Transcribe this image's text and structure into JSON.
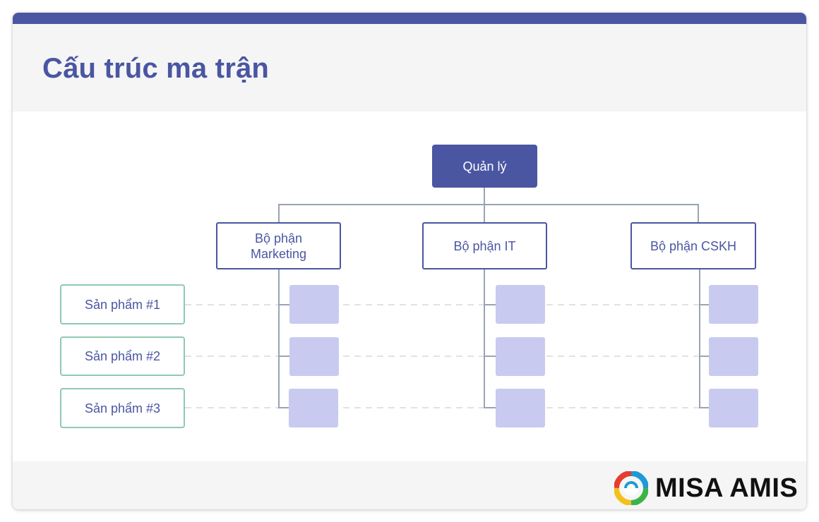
{
  "title": "Cấu trúc ma trận",
  "manager": {
    "label": "Quản lý"
  },
  "departments": [
    {
      "label": "Bộ phận Marketing"
    },
    {
      "label": "Bộ phận IT"
    },
    {
      "label": "Bộ phận CSKH"
    }
  ],
  "products": [
    {
      "label": "Sản phẩm #1"
    },
    {
      "label": "Sản phẩm #2"
    },
    {
      "label": "Sản phẩm #3"
    }
  ],
  "logo": {
    "text": "MISA AMIS",
    "icon": "misa-amis-logo-icon"
  },
  "colors": {
    "primary": "#4a56a2",
    "product_border": "#8ec9b2",
    "cell_fill": "#c8cbef",
    "connector": "#9aa3b5",
    "dashed": "#e2e2e2",
    "panel_bg": "#f5f5f5"
  }
}
